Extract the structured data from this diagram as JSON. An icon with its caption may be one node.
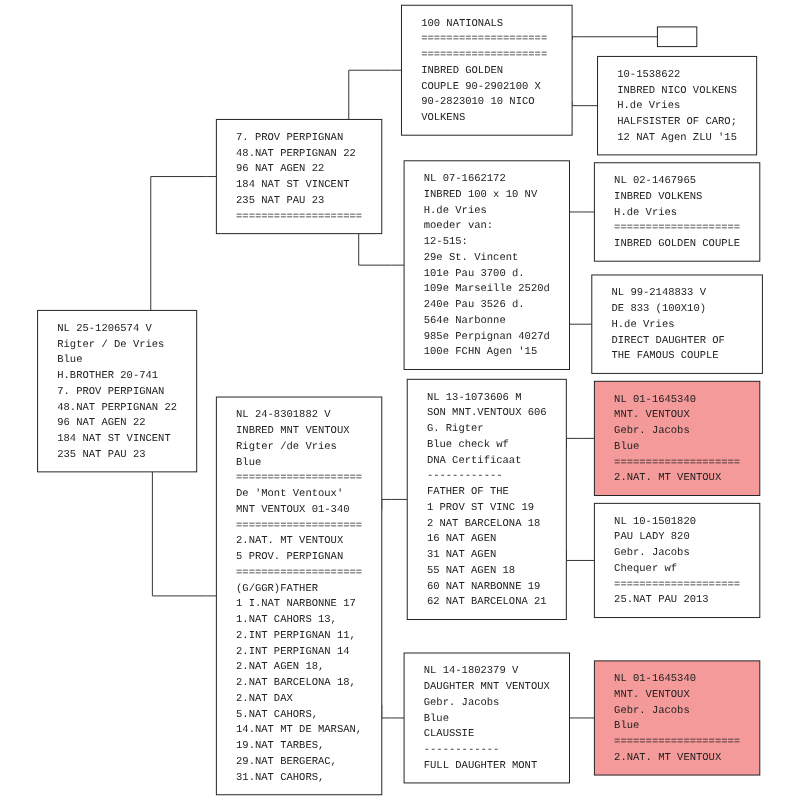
{
  "diagram": {
    "nodes": [
      {
        "text": [
          "NL 25-1206574 V",
          "Rigter / De Vries",
          "Blue",
          "H.BROTHER 20-741",
          "7. PROV PERPIGNAN",
          "48.NAT PERPIGNAN 22",
          "96 NAT AGEN 22",
          "184 NAT ST VINCENT",
          "235 NAT PAU 23"
        ]
      },
      {
        "text": [
          "7. PROV PERPIGNAN",
          "48.NAT PERPIGNAN 22",
          "96 NAT AGEN 22",
          "184 NAT ST VINCENT",
          "235 NAT PAU 23",
          "===================="
        ]
      },
      {
        "text": [
          "NL 24-8301882 V",
          "INBRED MNT VENTOUX",
          "Rigter /de Vries",
          "Blue",
          "====================",
          "De 'Mont Ventoux'",
          "MNT VENTOUX 01-340",
          "====================",
          "2.NAT. MT VENTOUX",
          "5 PROV. PERPIGNAN",
          "====================",
          "(G/GGR)FATHER",
          "1 I.NAT NARBONNE 17",
          "1.NAT CAHORS 13,",
          "2.INT PERPIGNAN 11,",
          "2.INT PERPIGNAN 14",
          "2.NAT AGEN 18,",
          "2.NAT BARCELONA 18,",
          "2.NAT DAX",
          "5.NAT CAHORS,",
          "14.NAT MT DE MARSAN,",
          "19.NAT TARBES,",
          "29.NAT BERGERAC,",
          "31.NAT CAHORS,"
        ]
      },
      {
        "text": [
          "100 NATIONALS",
          "====================",
          "====================",
          "INBRED GOLDEN COUPLE 90-2902100 X 90-2823010 10 NICO VOLKENS"
        ]
      },
      {
        "text": [
          "NL 07-1662172",
          "INBRED 100 x 10 NV",
          "H.de Vries",
          "moeder van:",
          "12-515:",
          "29e St. Vincent",
          "101e Pau 3700 d.",
          "109e Marseille 2520d",
          "240e Pau 3526 d.",
          "564e Narbonne",
          "985e Perpignan 4027d",
          "100e FCHN Agen '15"
        ]
      },
      {
        "text": [
          "NL 13-1073606 M",
          "SON MNT.VENTOUX 606",
          "G. Rigter",
          "Blue check wf",
          "DNA Certificaat",
          "------------",
          "FATHER OF THE",
          "1 PROV ST VINC 19",
          "2 NAT BARCELONA 18",
          "16 NAT AGEN",
          "31 NAT AGEN",
          "55 NAT AGEN 18",
          "60 NAT NARBONNE 19",
          "62 NAT BARCELONA 21"
        ]
      },
      {
        "text": [
          "NL 14-1802379 V",
          "DAUGHTER MNT VENTOUX",
          "Gebr. Jacobs",
          "Blue",
          "CLAUSSIE",
          "------------",
          "FULL DAUGHTER MONT"
        ]
      },
      {
        "text": [],
        "shape": "box"
      },
      {
        "text": [
          "10-1538622",
          "INBRED NICO VOLKENS",
          "H.de Vries",
          "HALFSISTER OF CARO;",
          "12 NAT Agen ZLU '15"
        ]
      },
      {
        "text": [
          "NL 02-1467965",
          "INBRED VOLKENS",
          "H.de Vries",
          "====================",
          "INBRED GOLDEN COUPLE"
        ]
      },
      {
        "text": [
          "NL 99-2148833 V",
          "DE 833 (100X10)",
          "H.de Vries",
          "DIRECT DAUGHTER OF THE FAMOUS COUPLE"
        ]
      },
      {
        "text": [
          "NL 01-1645340",
          "MNT. VENTOUX",
          "Gebr. Jacobs",
          "Blue",
          "====================",
          "2.NAT. MT VENTOUX"
        ]
      },
      {
        "text": [
          "NL 10-1501820",
          "PAU LADY 820",
          "Gebr. Jacobs",
          "Chequer wf",
          "====================",
          "25.NAT PAU 2013"
        ]
      },
      {
        "text": [
          "NL 01-1645340",
          "MNT. VENTOUX",
          "Gebr. Jacobs",
          "Blue",
          "====================",
          "2.NAT. MT VENTOUX"
        ]
      }
    ],
    "edges": [
      {
        "from": 0,
        "to": 1,
        "arrow": "none"
      },
      {
        "from": 0,
        "to": 2,
        "arrow": "none"
      },
      {
        "from": 1,
        "to": 3,
        "arrow": "none"
      },
      {
        "from": 1,
        "to": 4,
        "arrow": "none"
      },
      {
        "from": 2,
        "to": 5,
        "arrow": "none"
      },
      {
        "from": 2,
        "to": 6,
        "arrow": "none"
      },
      {
        "from": 3,
        "to": 7,
        "arrow": "none"
      },
      {
        "from": 3,
        "to": 8,
        "arrow": "none"
      },
      {
        "from": 4,
        "to": 9,
        "arrow": "none"
      },
      {
        "from": 4,
        "to": 10,
        "arrow": "none"
      },
      {
        "from": 5,
        "to": 11,
        "arrow": "none"
      },
      {
        "from": 5,
        "to": 12,
        "arrow": "none"
      },
      {
        "from": 6,
        "to": 13,
        "arrow": "none"
      }
    ]
  }
}
